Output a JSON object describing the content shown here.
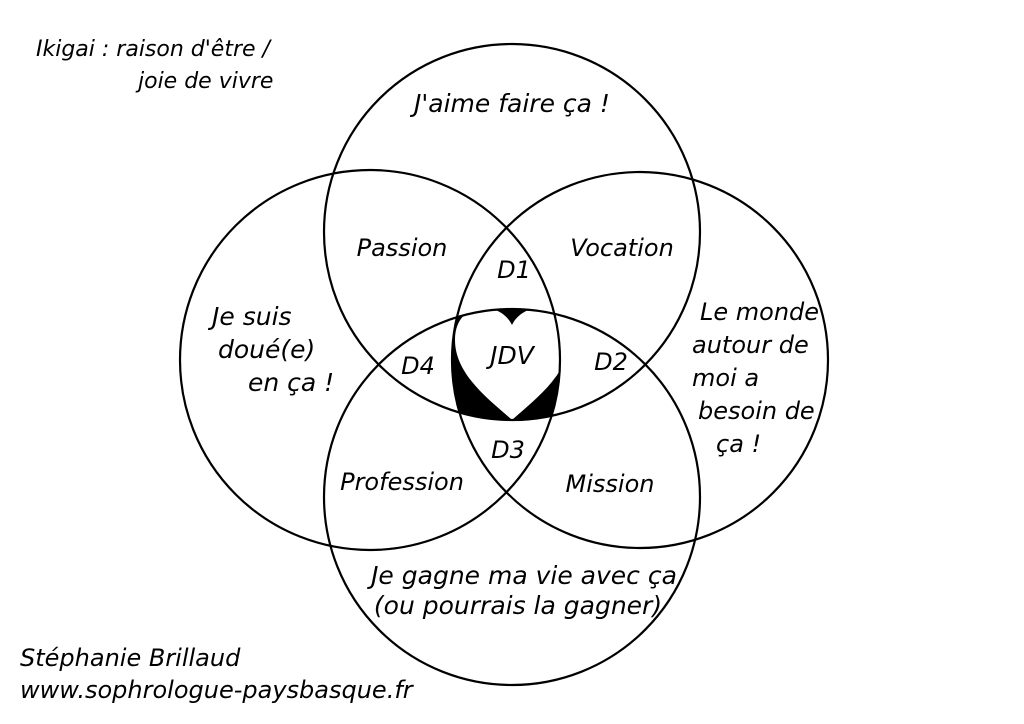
{
  "title": {
    "line1": "Ikigai : raison d'être /",
    "line2": "joie de vivre"
  },
  "circles": {
    "top": "J'aime faire ça !",
    "left": {
      "line1": "Je suis",
      "line2": "doué(e)",
      "line3": "en ça !"
    },
    "right": {
      "line1": "Le monde",
      "line2": "autour de",
      "line3": "moi  a",
      "line4": "besoin de",
      "line5": "ça !"
    },
    "bottom": {
      "line1": "Je gagne ma vie avec ça",
      "line2": "(ou pourrais la gagner)"
    }
  },
  "overlaps": {
    "passion": "Passion",
    "vocation": "Vocation",
    "profession": "Profession",
    "mission": "Mission"
  },
  "triples": {
    "d1": "D1",
    "d2": "D2",
    "d3": "D3",
    "d4": "D4"
  },
  "center": {
    "label": "JDV",
    "icon": "heart-icon"
  },
  "credits": {
    "author": "Stéphanie Brillaud",
    "website": "www.sophrologue-paysbasque.fr"
  },
  "colors": {
    "ink": "#000000",
    "paper": "#ffffff"
  }
}
